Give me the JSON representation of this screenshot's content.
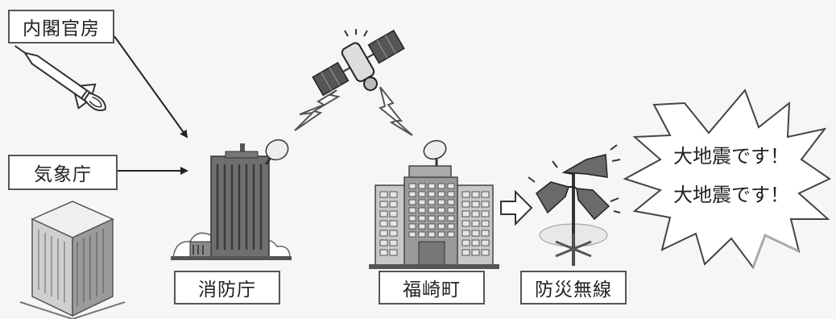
{
  "labels": {
    "cabinet": "内閣官房",
    "jma": "気象庁",
    "fdma": "消防庁",
    "town": "福崎町",
    "radio": "防災無線"
  },
  "announcement": {
    "line1": "大地震です！",
    "line2": "大地震です！"
  },
  "colors": {
    "building": "#6f6f6f",
    "building_light": "#cfcfcf",
    "arrow": "#222222",
    "lightning_outline": "#555555"
  }
}
